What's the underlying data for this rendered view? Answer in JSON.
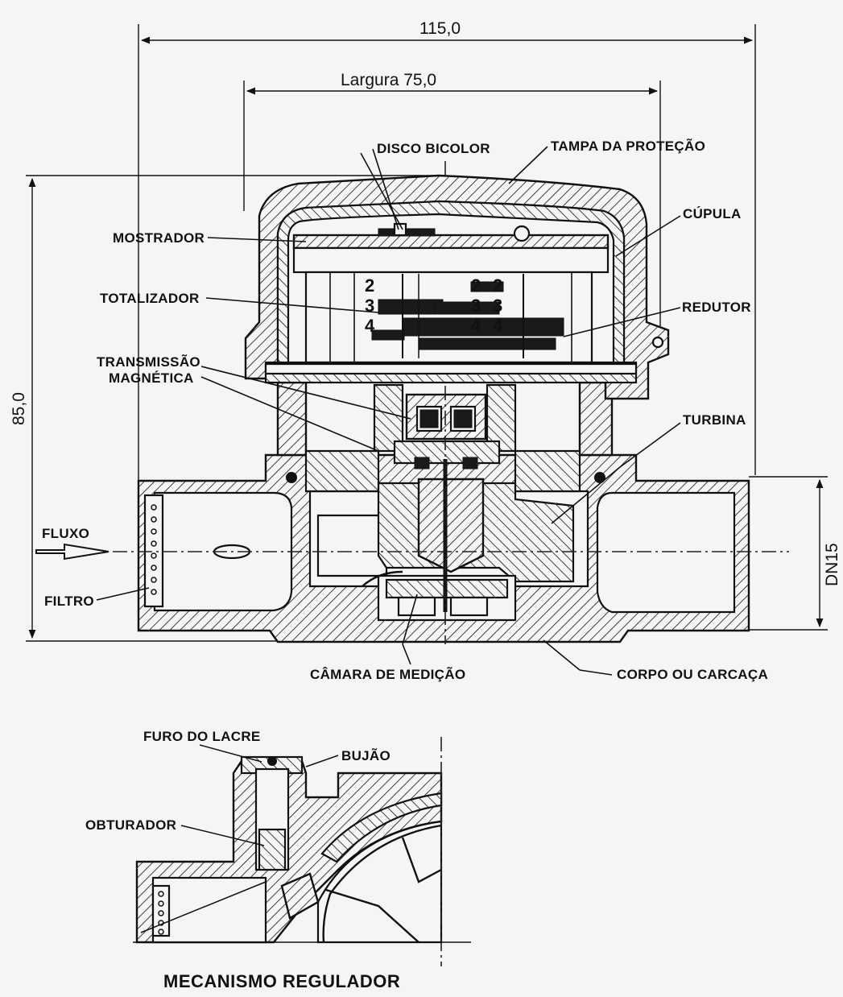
{
  "diagram": {
    "dimensions": {
      "overall_width": "115,0",
      "width": "Largura 75,0",
      "height": "85,0",
      "nominal_diameter": "DN15"
    },
    "labels": {
      "disco_bicolor": "DISCO BICOLOR",
      "tampa_protecao": "TAMPA DA PROTEÇÃO",
      "cupula": "CÚPULA",
      "mostrador": "MOSTRADOR",
      "totalizador": "TOTALIZADOR",
      "redutor": "REDUTOR",
      "transmissao_1": "TRANSMISSÃO",
      "transmissao_2": "MAGNÉTICA",
      "turbina": "TURBINA",
      "fluxo": "FLUXO",
      "filtro": "FILTRO",
      "camara_medicao": "CÂMARA DE MEDIÇÃO",
      "corpo_carcaca": "CORPO OU CARCAÇA",
      "furo_lacre": "FURO DO LACRE",
      "bujao": "BUJÃO",
      "obturador": "OBTURADOR"
    },
    "register_digits": [
      "2",
      "3",
      "4",
      "2",
      "3",
      "4",
      "2",
      "3",
      "4"
    ],
    "detail_title": "MECANISMO REGULADOR"
  }
}
